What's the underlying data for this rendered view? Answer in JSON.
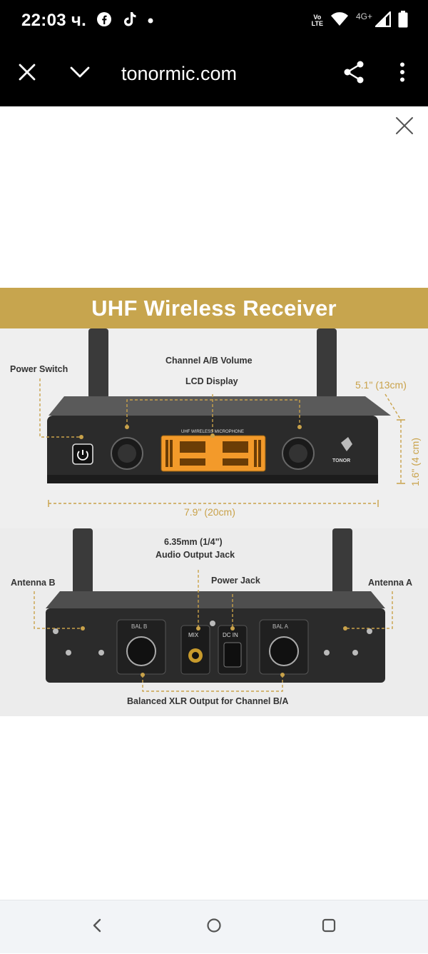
{
  "status_bar": {
    "time": "22:03 ч.",
    "volte_top": "Vo",
    "volte_bottom": "LTE",
    "network": "4G+",
    "icons": [
      "facebook-icon",
      "tiktok-icon",
      "dot-icon",
      "wifi-icon",
      "signal-icon",
      "battery-icon"
    ]
  },
  "toolbar": {
    "url": "tonormic.com",
    "icons": [
      "close-icon",
      "chevron-down-icon",
      "share-icon",
      "more-vert-icon"
    ]
  },
  "viewer": {
    "close_icon": "close-icon"
  },
  "product_image": {
    "title": "UHF Wireless Receiver",
    "front_labels": {
      "power_switch": "Power Switch",
      "channel_volume": "Channel A/B Volume",
      "lcd_display": "LCD Display",
      "width": "7.9\" (20cm)",
      "depth": "5.1\" (13cm)",
      "height": "1.6\" (4 cm)",
      "lcd_caption": "UHF WIRELESS MICROPHONE",
      "brand": "TONOR"
    },
    "rear_labels": {
      "audio_output_line1": "6.35mm (1/4\")",
      "audio_output_line2": "Audio Output Jack",
      "power_jack": "Power Jack",
      "antenna_b": "Antenna B",
      "antenna_a": "Antenna A",
      "balanced_xlr": "Balanced XLR Output for Channel B/A",
      "port_bal_b": "BAL B",
      "port_mix": "MIX",
      "port_dc_in": "DC IN",
      "port_bal_a": "BAL A"
    },
    "colors": {
      "banner": "#c7a54e",
      "callout_line": "#c9a24a",
      "lcd": "#f39a2a"
    }
  },
  "nav_bar": {
    "icons": [
      "back-icon",
      "home-icon",
      "recents-icon"
    ]
  }
}
